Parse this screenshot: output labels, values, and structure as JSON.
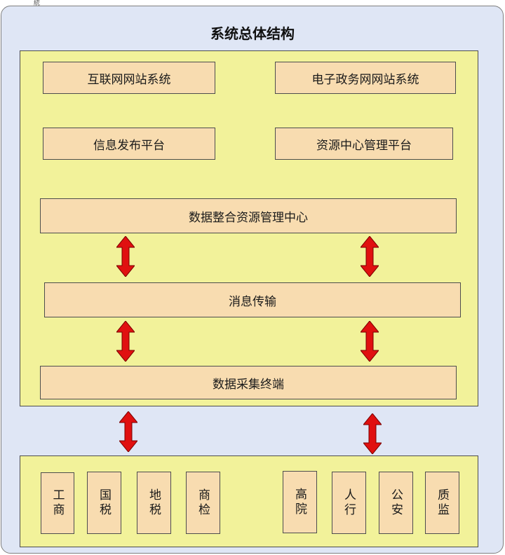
{
  "corner_mark": "統",
  "title": "系统总体结构",
  "top_panel": {
    "row1": [
      "互联网网站系统",
      "电子政务网网站系统"
    ],
    "row2": [
      "信息发布平台",
      "资源中心管理平台"
    ],
    "data_center": "数据整合资源管理中心",
    "messaging": "消息传输",
    "collector": "数据采集终端"
  },
  "bottom_panel": {
    "left_group": [
      "工商",
      "国税",
      "地税",
      "商检"
    ],
    "right_group": [
      "高院",
      "人行",
      "公安",
      "质监"
    ]
  },
  "colors": {
    "background": "#dfe6f5",
    "panel": "#f2f29a",
    "box": "#f8dcb0",
    "arrow": "#e01010"
  }
}
